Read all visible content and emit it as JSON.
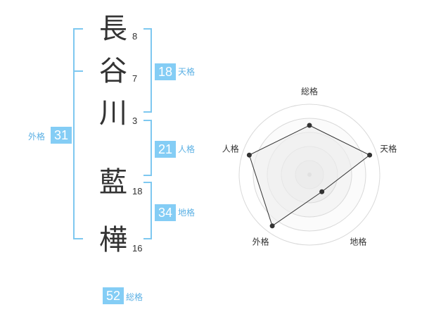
{
  "name_chars": [
    {
      "char": "長",
      "strokes": "8"
    },
    {
      "char": "谷",
      "strokes": "7"
    },
    {
      "char": "川",
      "strokes": "3"
    },
    {
      "char": "藍",
      "strokes": "18"
    },
    {
      "char": "樺",
      "strokes": "16"
    }
  ],
  "scores": {
    "tenkaku": {
      "value": "18",
      "label": "天格"
    },
    "jinkaku": {
      "value": "21",
      "label": "人格"
    },
    "chikaku": {
      "value": "34",
      "label": "地格"
    },
    "gaikaku": {
      "value": "31",
      "label": "外格"
    },
    "soukaku": {
      "value": "52",
      "label": "総格"
    }
  },
  "colors": {
    "accent": "#84cdf5",
    "bracket": "#7ec8f0",
    "label": "#5bb0e4",
    "text": "#333333"
  },
  "chart_data": {
    "type": "radar",
    "axes": [
      "総格",
      "天格",
      "地格",
      "外格",
      "人格"
    ],
    "values": [
      3.5,
      4.5,
      1.5,
      4.5,
      4.5
    ],
    "max": 5,
    "rings": 5,
    "series_color": "#333333",
    "fill_color": "#eeeeee"
  }
}
